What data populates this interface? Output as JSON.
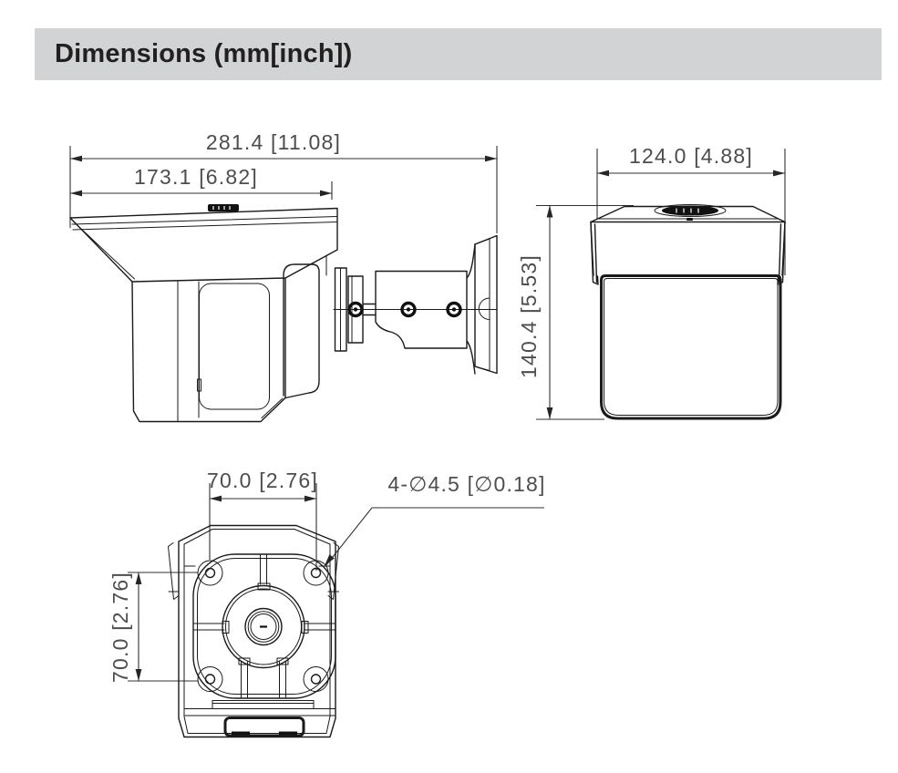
{
  "page_bg": "#ffffff",
  "header": {
    "title": "Dimensions (mm[inch])",
    "bg_color": "#d1d3d4",
    "text_color": "#231f20"
  },
  "drawing": {
    "stroke_color": "#1a1a1a",
    "dim_text_color": "#4d4d4d",
    "views": {
      "side_view": {
        "overall_length": "281.4 [11.08]",
        "body_length": "173.1 [6.82]"
      },
      "front_view": {
        "width": "124.0 [4.88]",
        "height": "140.4 [5.53]"
      },
      "bottom_view": {
        "mount_hole_spacing_horizontal": "70.0 [2.76]",
        "mount_hole_spacing_vertical": "70.0 [2.76]",
        "mount_hole_callout": "4-∅4.5 [∅0.18]"
      }
    }
  }
}
